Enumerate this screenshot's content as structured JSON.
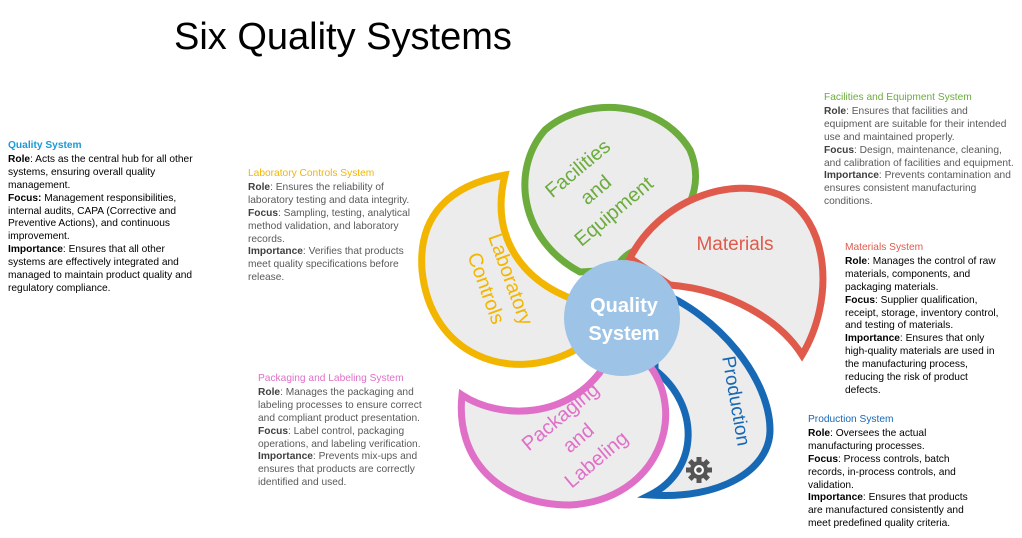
{
  "title": "Six Quality Systems",
  "colors": {
    "quality": "#1a9ad6",
    "laboratory": "#f2b600",
    "facilities": "#6cac3c",
    "materials": "#e05a4b",
    "packaging": "#e06fc8",
    "production": "#1769b5",
    "center_fill": "#9dc3e6",
    "petal_fill": "#ececec"
  },
  "center": {
    "line1": "Quality",
    "line2": "System"
  },
  "petals": {
    "facilities": {
      "line1": "Facilities",
      "line2": "and",
      "line3": "Equipment"
    },
    "materials": {
      "line1": "Materials"
    },
    "production": {
      "line1": "Production"
    },
    "packaging": {
      "line1": "Packaging",
      "line2": "and",
      "line3": "Labeling"
    },
    "laboratory": {
      "line1": "Laboratory",
      "line2": "Controls"
    }
  },
  "icons": {
    "production": "gear-icon"
  },
  "descriptions": {
    "quality": {
      "heading": "Quality System",
      "role_label": "Role",
      "role": ": Acts as the central hub for all other systems, ensuring overall quality management.",
      "focus_label": "Focus:",
      "focus": " Management responsibilities, internal audits, CAPA (Corrective and Preventive Actions), and continuous improvement.",
      "importance_label": "Importance",
      "importance": ": Ensures that all other systems are effectively integrated and managed to maintain product quality and regulatory compliance."
    },
    "laboratory": {
      "heading": "Laboratory Controls System",
      "role_label": "Role",
      "role": ": Ensures the reliability of laboratory testing and data integrity.",
      "focus_label": "Focus",
      "focus": ": Sampling, testing, analytical method validation, and laboratory records.",
      "importance_label": "Importance",
      "importance": ": Verifies that products meet quality specifications before release."
    },
    "facilities": {
      "heading": "Facilities and Equipment System",
      "role_label": "Role",
      "role": ": Ensures that facilities and equipment are suitable for their intended use and maintained properly.",
      "focus_label": "Focus",
      "focus": ": Design, maintenance, cleaning, and calibration of facilities and equipment.",
      "importance_label": "Importance",
      "importance": ": Prevents contamination and ensures consistent manufacturing conditions."
    },
    "materials": {
      "heading": "Materials System",
      "role_label": "Role",
      "role": ": Manages the control of raw materials, components, and packaging materials.",
      "focus_label": "Focus",
      "focus": ": Supplier qualification, receipt, storage, inventory control, and testing of materials.",
      "importance_label": "Importance",
      "importance": ": Ensures that only high-quality materials are used in the manufacturing process, reducing the risk of product defects."
    },
    "packaging": {
      "heading": "Packaging and Labeling System",
      "role_label": "Role",
      "role": ": Manages the packaging and labeling processes to ensure correct and compliant product presentation.",
      "focus_label": "Focus",
      "focus": ": Label control, packaging operations, and labeling verification.",
      "importance_label": "Importance",
      "importance": ": Prevents mix-ups and ensures that products are correctly identified and used."
    },
    "production": {
      "heading": "Production System",
      "role_label": "Role",
      "role": ": Oversees the actual manufacturing processes.",
      "focus_label": "Focus",
      "focus": ": Process controls, batch records, in-process controls, and validation.",
      "importance_label": "Importance",
      "importance": ": Ensures that products are manufactured consistently and meet predefined quality criteria."
    }
  }
}
